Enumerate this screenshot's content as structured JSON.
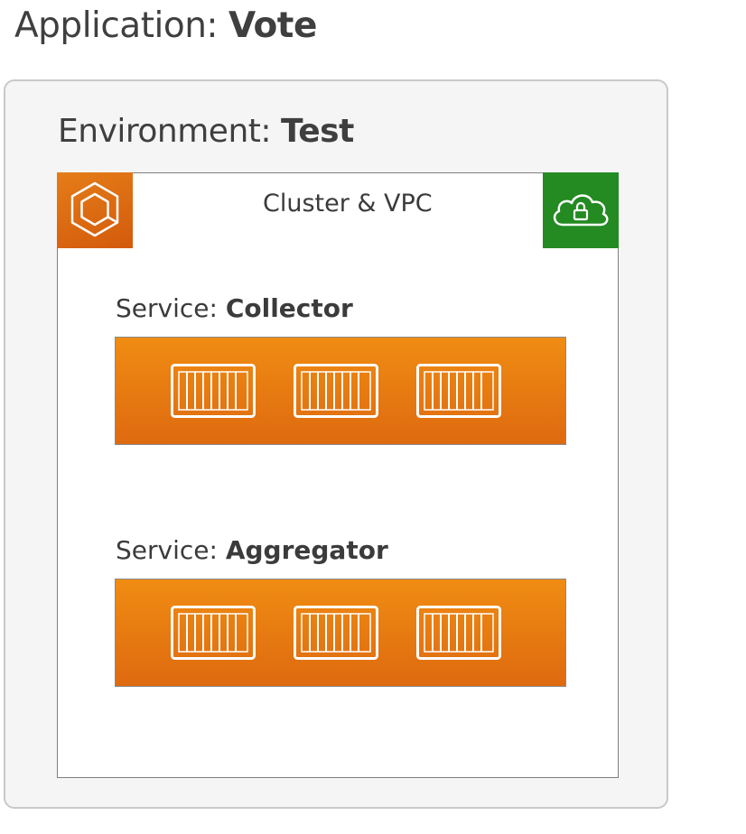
{
  "application": {
    "prefix": "Application: ",
    "name": "Vote"
  },
  "environment": {
    "prefix": "Environment: ",
    "name": "Test"
  },
  "cluster": {
    "label": "Cluster & VPC",
    "left_icon": "ecs-cluster-icon",
    "right_icon": "vpc-cloud-lock-icon"
  },
  "services": [
    {
      "prefix": "Service: ",
      "name": "Collector",
      "task_icon": "container-task-icon",
      "task_count": 3
    },
    {
      "prefix": "Service: ",
      "name": "Aggregator",
      "task_icon": "container-task-icon",
      "task_count": 3
    }
  ],
  "colors": {
    "orange": "#e67a14",
    "green": "#248a22",
    "environment_bg": "#f5f5f5"
  }
}
